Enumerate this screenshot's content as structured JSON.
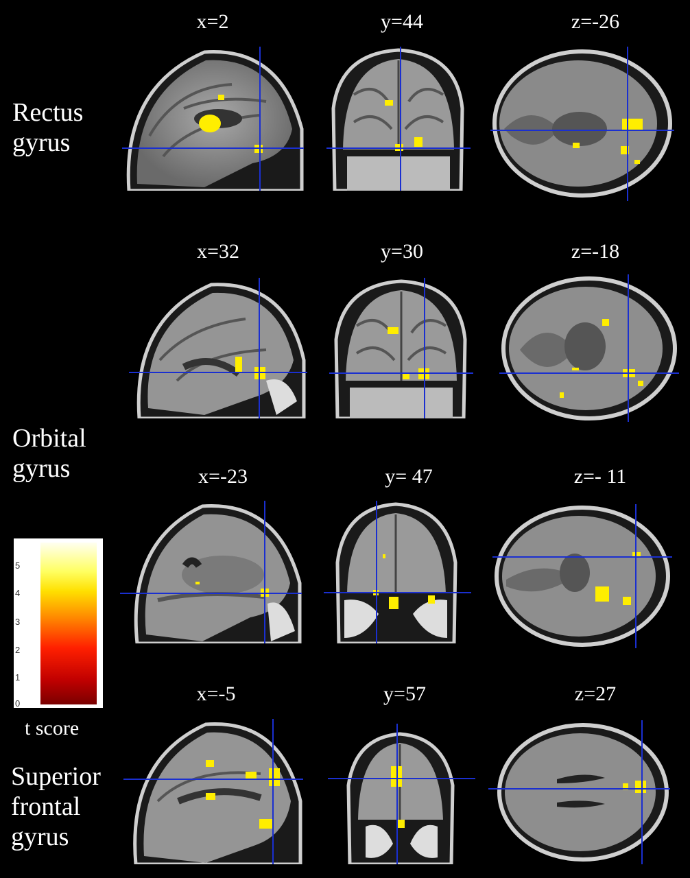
{
  "row_labels": {
    "rectus": [
      "Rectus",
      "gyrus"
    ],
    "orbital": [
      "Orbital",
      "gyrus"
    ],
    "superior": [
      "Superior",
      "frontal",
      "gyrus"
    ]
  },
  "slice_labels": {
    "r1": [
      "x=2",
      "y=44",
      "z=-26"
    ],
    "r2": [
      "x=32",
      "y=30",
      "z=-18"
    ],
    "r3": [
      "x=-23",
      "y= 47",
      "z=- 11"
    ],
    "r4": [
      "x=-5",
      "y=57",
      "z=27"
    ]
  },
  "colorbar": {
    "title": "t score",
    "ticks": [
      "5",
      "4",
      "3",
      "2",
      "1",
      "0"
    ],
    "range": [
      0,
      5.8
    ]
  },
  "colors": {
    "background": "#000000",
    "crosshair": "#1a2fd0",
    "activation": "#ffee00"
  }
}
